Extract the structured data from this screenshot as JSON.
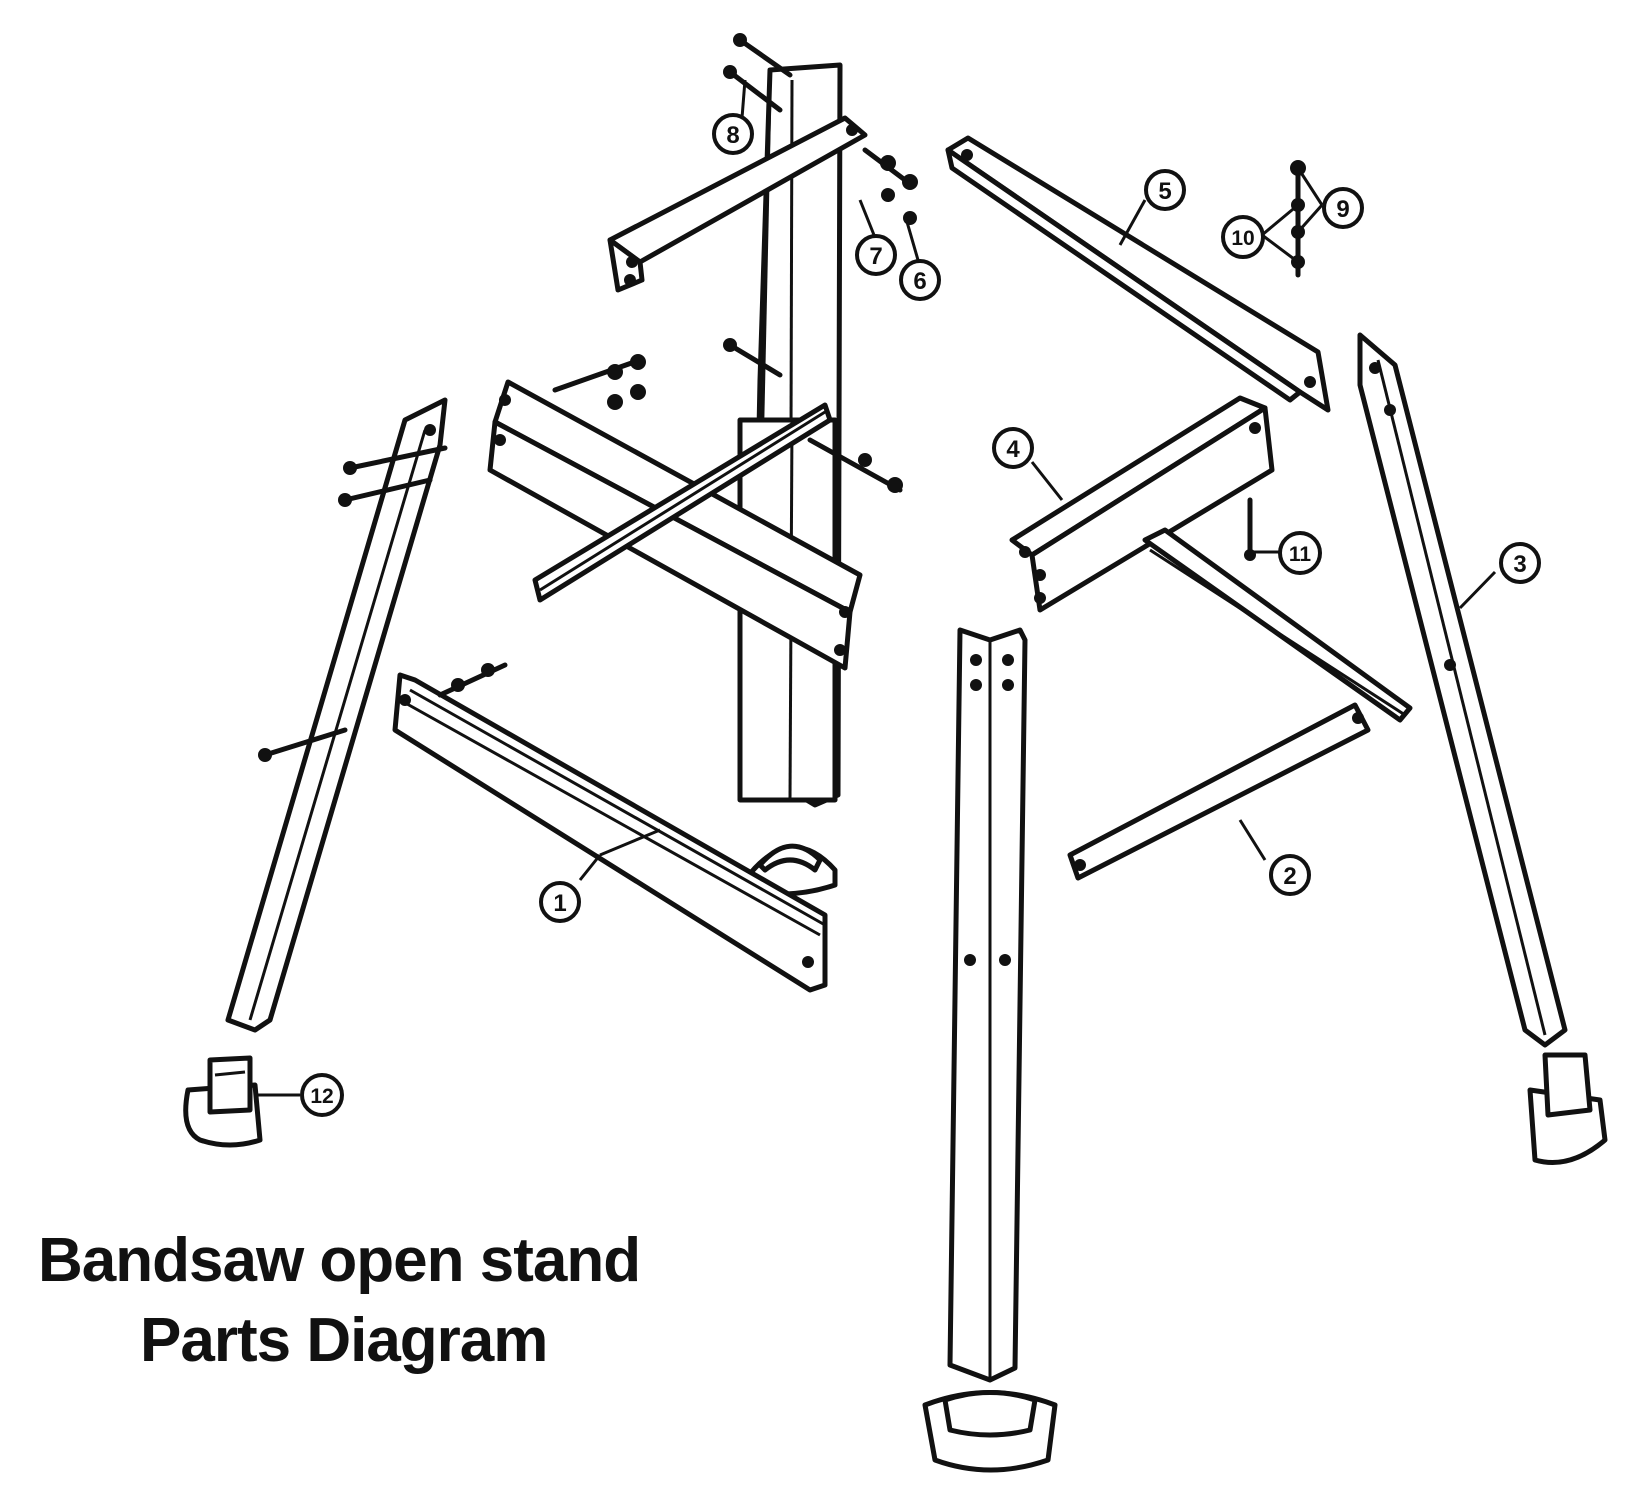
{
  "title": {
    "line1": "Bandsaw open stand",
    "line2": "Parts Diagram"
  },
  "callouts": [
    {
      "id": "c1",
      "label": "1"
    },
    {
      "id": "c2",
      "label": "2"
    },
    {
      "id": "c3",
      "label": "3"
    },
    {
      "id": "c4",
      "label": "4"
    },
    {
      "id": "c5",
      "label": "5"
    },
    {
      "id": "c6",
      "label": "6"
    },
    {
      "id": "c7",
      "label": "7"
    },
    {
      "id": "c8",
      "label": "8"
    },
    {
      "id": "c9",
      "label": "9"
    },
    {
      "id": "c10",
      "label": "10"
    },
    {
      "id": "c11",
      "label": "11"
    },
    {
      "id": "c12",
      "label": "12"
    }
  ],
  "colors": {
    "ink": "#111111",
    "paper": "#ffffff"
  }
}
